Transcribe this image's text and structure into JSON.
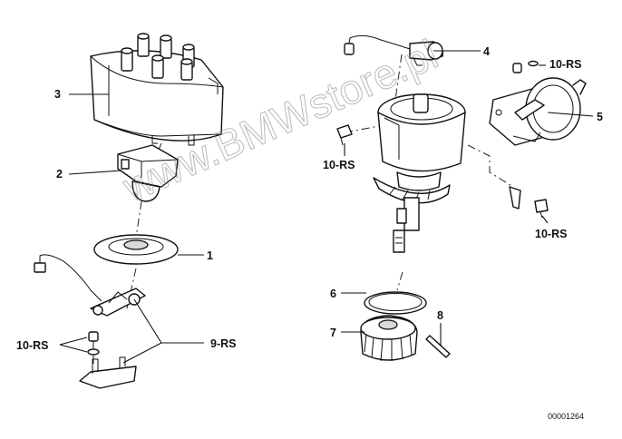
{
  "watermark": "www.BMWstore.pl",
  "diagram_code": "00001264",
  "callouts": {
    "c1": "1",
    "c2": "2",
    "c3": "3",
    "c4": "4",
    "c5": "5",
    "c6": "6",
    "c7": "7",
    "c8": "8",
    "c9": "9-RS",
    "c10a": "10-RS",
    "c10b": "10-RS",
    "c10c": "10-RS",
    "c10d": "10-RS"
  }
}
